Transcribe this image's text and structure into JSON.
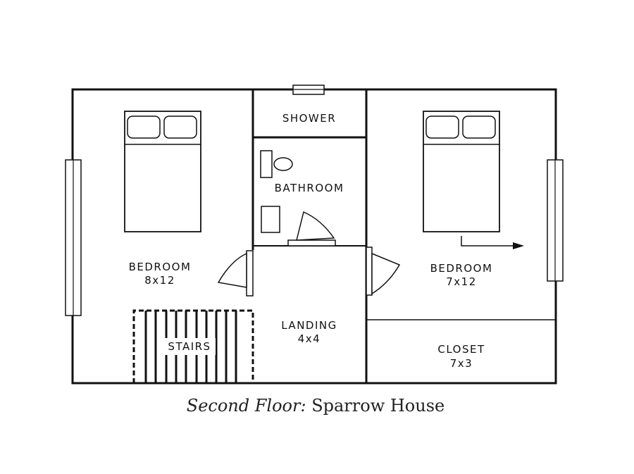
{
  "colors": {
    "line": "#111111",
    "background": "#ffffff"
  },
  "rooms": {
    "shower": {
      "name": "SHOWER"
    },
    "bathroom": {
      "name": "BATHROOM"
    },
    "bedroom_left": {
      "name": "BEDROOM",
      "size": "8x12"
    },
    "bedroom_right": {
      "name": "BEDROOM",
      "size": "7x12"
    },
    "landing": {
      "name": "LANDING",
      "size": "4x4"
    },
    "stairs": {
      "name": "STAIRS"
    },
    "closet": {
      "name": "CLOSET",
      "size": "7x3"
    }
  },
  "caption": {
    "floor": "Second Floor:",
    "house": "Sparrow House"
  }
}
